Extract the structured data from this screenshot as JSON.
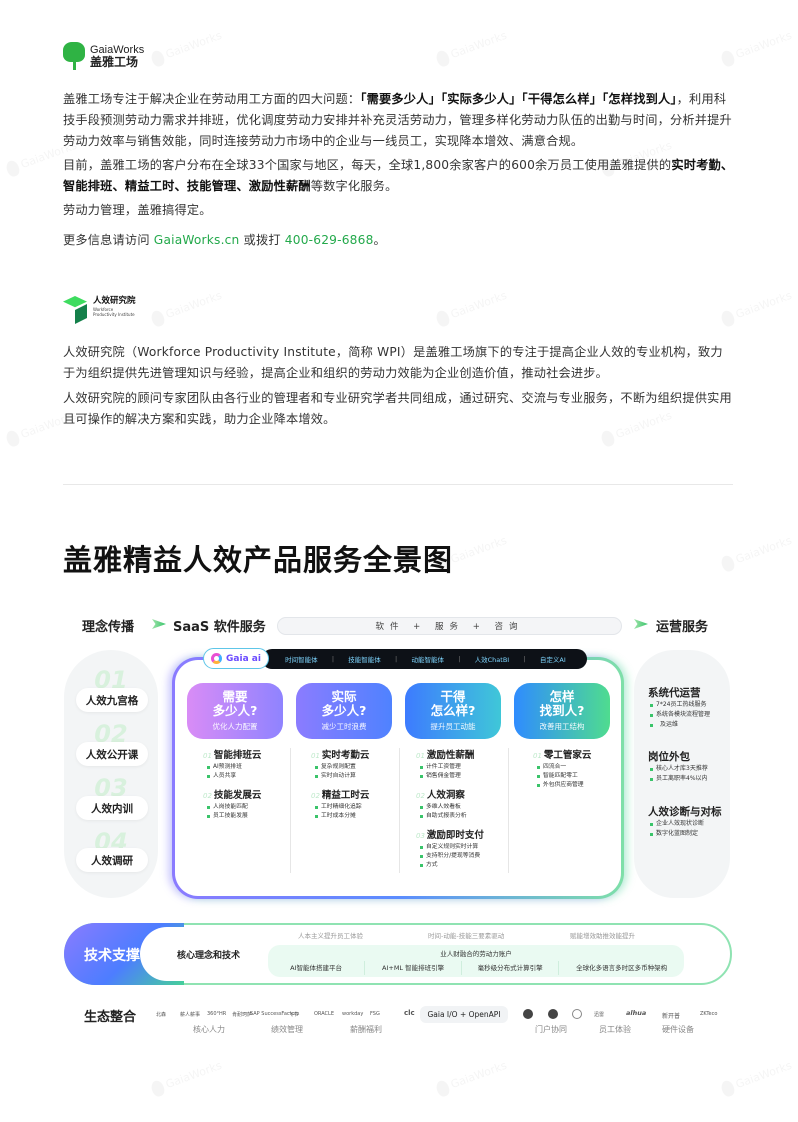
{
  "logo": {
    "en": "GaiaWorks",
    "cn": "盖雅工场"
  },
  "intro": {
    "p1_lead": "盖雅工场专注于解决企业在劳动用工方面的四大问题：",
    "p1_bold": "「需要多少人」「实际多少人」「干得怎么样」「怎样找到人」",
    "p1_rest": "，利用科技手段预测劳动力需求并排班，优化调度劳动力安排并补充灵活劳动力，管理多样化劳动力队伍的出勤与时间，分析并提升劳动力效率与销售效能，同时连接劳动力市场中的企业与一线员工，实现降本增效、满意合规。",
    "p2_lead": "目前，盖雅工场的客户分布在全球33个国家与地区，每天，全球1,800余家客户的600余万员工使用盖雅提供的",
    "p2_bold": "实时考勤、智能排班、精益工时、技能管理、激励性薪酬",
    "p2_rest": "等数字化服务。",
    "p3": "劳动力管理，盖雅搞得定。",
    "p4_lead": "更多信息请访问 ",
    "p4_link": "GaiaWorks.cn",
    "p4_mid": " 或拨打 ",
    "p4_phone": "400-629-6868",
    "p4_end": "。"
  },
  "wpi": {
    "logo_cn": "人效研究院",
    "logo_en1": "Workforce",
    "logo_en2": "Productivity Institute",
    "p1": "人效研究院（Workforce Productivity Institute，简称 WPI）是盖雅工场旗下的专注于提高企业人效的专业机构，致力于为组织提供先进管理知识与经验，提高企业和组织的劳动力效能为企业创造价值，推动社会进步。",
    "p2": "人效研究院的顾问专家团队由各行业的管理者和专业研究学者共同组成，通过研究、交流与专业服务，不断为组织提供实用且可操作的解决方案和实践，助力企业降本增效。"
  },
  "section_title": "盖雅精益人效产品服务全景图",
  "panorama": {
    "headers": {
      "left": "理念传播",
      "mid": "SaaS 软件服务",
      "right": "运营服务",
      "bar": "软件 + 服务 + 咨询"
    },
    "left_items": [
      {
        "num": "01",
        "label": "人效九宫格"
      },
      {
        "num": "02",
        "label": "人效公开课"
      },
      {
        "num": "03",
        "label": "人效内训"
      },
      {
        "num": "04",
        "label": "人效调研"
      }
    ],
    "gaia_chip": "Gaia ai",
    "agents": [
      "时间智能体",
      "技能智能体",
      "动能智能体",
      "人效ChatBI",
      "自定义AI"
    ],
    "questions": [
      {
        "q1": "需要",
        "q2": "多少人?",
        "sub": "优化人力配置",
        "colors": [
          "#d98cf6",
          "#8f83ff"
        ],
        "sections": [
          {
            "n": "01",
            "title": "智能排班云",
            "items": [
              "AI预测排班",
              "人员共享"
            ]
          },
          {
            "n": "02",
            "title": "技能发展云",
            "items": [
              "人岗技能匹配",
              "员工技能发展"
            ]
          }
        ]
      },
      {
        "q1": "实际",
        "q2": "多少人?",
        "sub": "减少工时浪费",
        "colors": [
          "#8b7cff",
          "#4f82ff"
        ],
        "sections": [
          {
            "n": "01",
            "title": "实时考勤云",
            "items": [
              "复杂规则配置",
              "实时自动计算"
            ]
          },
          {
            "n": "02",
            "title": "精益工时云",
            "items": [
              "工时精细化追踪",
              "工时成本分摊"
            ]
          }
        ]
      },
      {
        "q1": "干得",
        "q2": "怎么样?",
        "sub": "提升员工动能",
        "colors": [
          "#3d7bff",
          "#3fc7d8"
        ],
        "sections": [
          {
            "n": "01",
            "title": "激励性薪酬",
            "items": [
              "计件工资管理",
              "销售佣金管理"
            ]
          },
          {
            "n": "02",
            "title": "人效洞察",
            "items": [
              "多维人效看板",
              "自助式报表分析"
            ]
          },
          {
            "n": "03",
            "title": "激励即时支付",
            "items": [
              "自定义规则实时计算",
              "支持积分/提现等消费",
              "方式"
            ]
          }
        ]
      },
      {
        "q1": "怎样",
        "q2": "找到人?",
        "sub": "改善用工结构",
        "colors": [
          "#2f8cff",
          "#4fdc8f"
        ],
        "sections": [
          {
            "n": "01",
            "title": "零工管家云",
            "items": [
              "四流合一",
              "智能匹配零工",
              "外包供应商管理"
            ]
          }
        ]
      }
    ],
    "ops": [
      {
        "title": "系统代运营",
        "items": [
          "7*24员工热线服务",
          "系统各模块流程管理",
          "及运维"
        ]
      },
      {
        "title": "岗位外包",
        "items": [
          "核心人才库3天推荐",
          "员工离职率4%以内"
        ]
      },
      {
        "title": "人效诊断与对标",
        "items": [
          "企业人效现状诊断",
          "数字化蓝图制定"
        ]
      }
    ]
  },
  "tech": {
    "label": "技术支撑",
    "core_label": "核心理念和技术",
    "concepts": [
      "人本主义提升员工体验",
      "时间-动能-技能三要素驱动",
      "赋能增效助推效能提升"
    ],
    "account": "业人财融合的劳动力账户",
    "engines": [
      "AI智能体搭建平台",
      "AI+ML 智能排班引擎",
      "毫秒级分布式计算引擎",
      "全球化多语言多时区多币种架构"
    ]
  },
  "ecosystem": {
    "label": "生态整合",
    "logos_left": [
      "北森",
      "薪人薪事",
      "360°HR",
      "肯耐珂萨",
      "SAP SuccessFactors",
      "飞书",
      "ORACLE",
      "workday",
      "FSG",
      "clc"
    ],
    "chip": "Gaia I/O + OpenAPI",
    "logos_right": [
      "alipay",
      "dingtalk",
      "wecom",
      "迅雷",
      "alhua",
      "新开普",
      "ZKTeco"
    ],
    "categories": [
      "核心人力",
      "绩效管理",
      "薪酬福利",
      "门户协同",
      "员工体验",
      "硬件设备"
    ]
  },
  "watermark": {
    "en": "GaiaWorks",
    "cn": "盖雅工场"
  },
  "colors": {
    "brand_green": "#23a94b",
    "accent_purple": "#8b7bff",
    "accent_blue": "#4d7dff"
  }
}
